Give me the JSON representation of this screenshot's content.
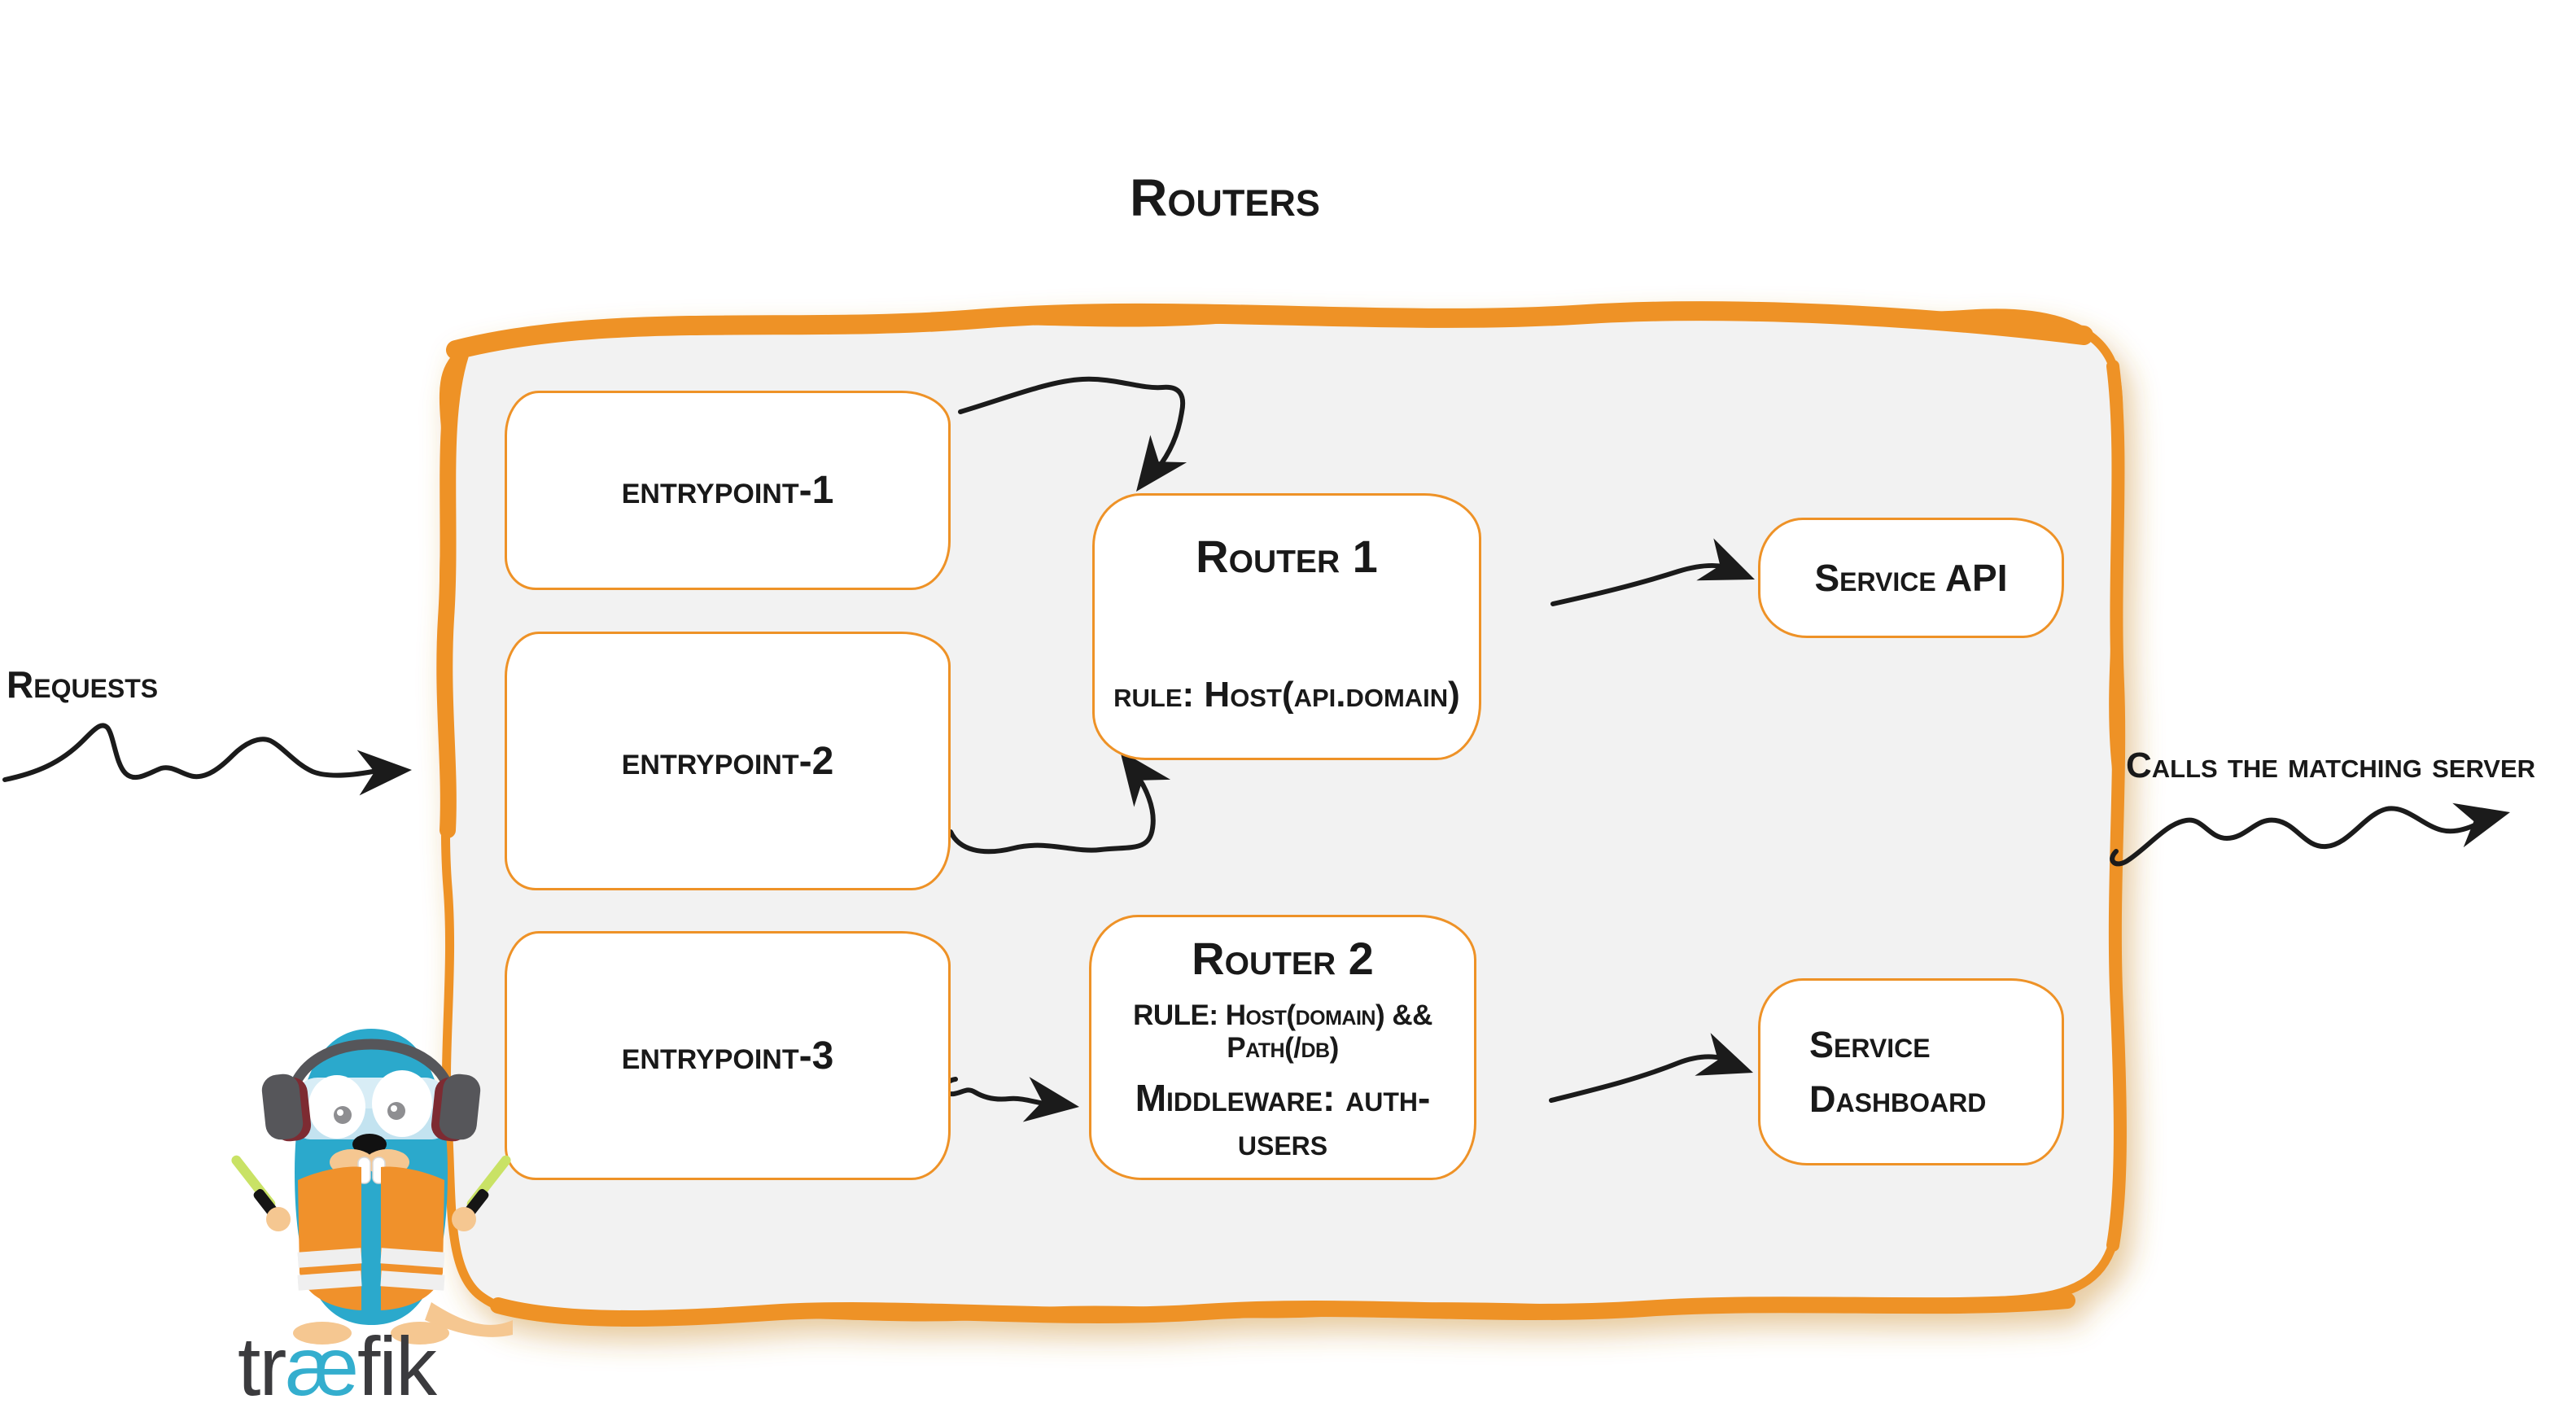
{
  "diagram": {
    "title": "Routers",
    "left_label": "Requests",
    "right_label": "Calls the matching server",
    "entrypoints": [
      {
        "label": "entrypoint-1"
      },
      {
        "label": "entrypoint-2"
      },
      {
        "label": "entrypoint-3"
      }
    ],
    "routers": [
      {
        "name": "Router 1",
        "rule": "rule: Host(api.domain)"
      },
      {
        "name": "Router 2",
        "rule": "RULE: Host(domain) && Path(/db)",
        "middleware": "Middleware: auth-users"
      }
    ],
    "services": [
      {
        "lines": [
          "Service API"
        ]
      },
      {
        "lines": [
          "Service",
          "Dashboard"
        ]
      }
    ],
    "logo": {
      "part1": "tr",
      "part2": "æ",
      "part3": "fik"
    },
    "colors": {
      "orange": "#EE9227",
      "container_fill": "#F2F2F2",
      "box_fill": "#FFFFFF",
      "ink": "#191919",
      "arrow_black": "#1B1B1B",
      "teal": "#2BA9CC",
      "logo_gray": "#3B3B3E",
      "vest_orange": "#F0912B",
      "shadow_tan": "#C98B2E"
    }
  }
}
